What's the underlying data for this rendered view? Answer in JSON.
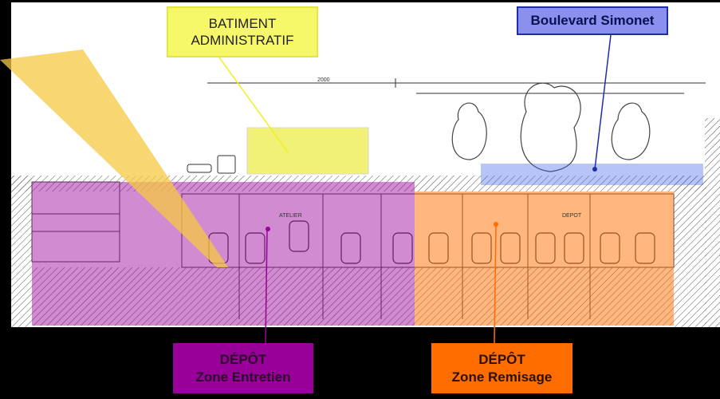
{
  "labels": {
    "admin_building": {
      "line1": "BATIMENT",
      "line2": "ADMINISTRATIF"
    },
    "boulevard": "Boulevard Simonet",
    "zone_entretien": {
      "line1": "DÉPÔT",
      "line2": "Zone Entretien"
    },
    "zone_remisage": {
      "line1": "DÉPÔT",
      "line2": "Zone Remisage"
    }
  },
  "drawing": {
    "dimension_top": "2000",
    "hall_atelier": "ATELIER",
    "hall_depot": "DEPOT"
  },
  "colors": {
    "admin": "#f7f76a",
    "boulevard": "#8b90ee",
    "entretien": "#990099",
    "remisage": "#ff6d00",
    "cone": "#f5c842"
  }
}
